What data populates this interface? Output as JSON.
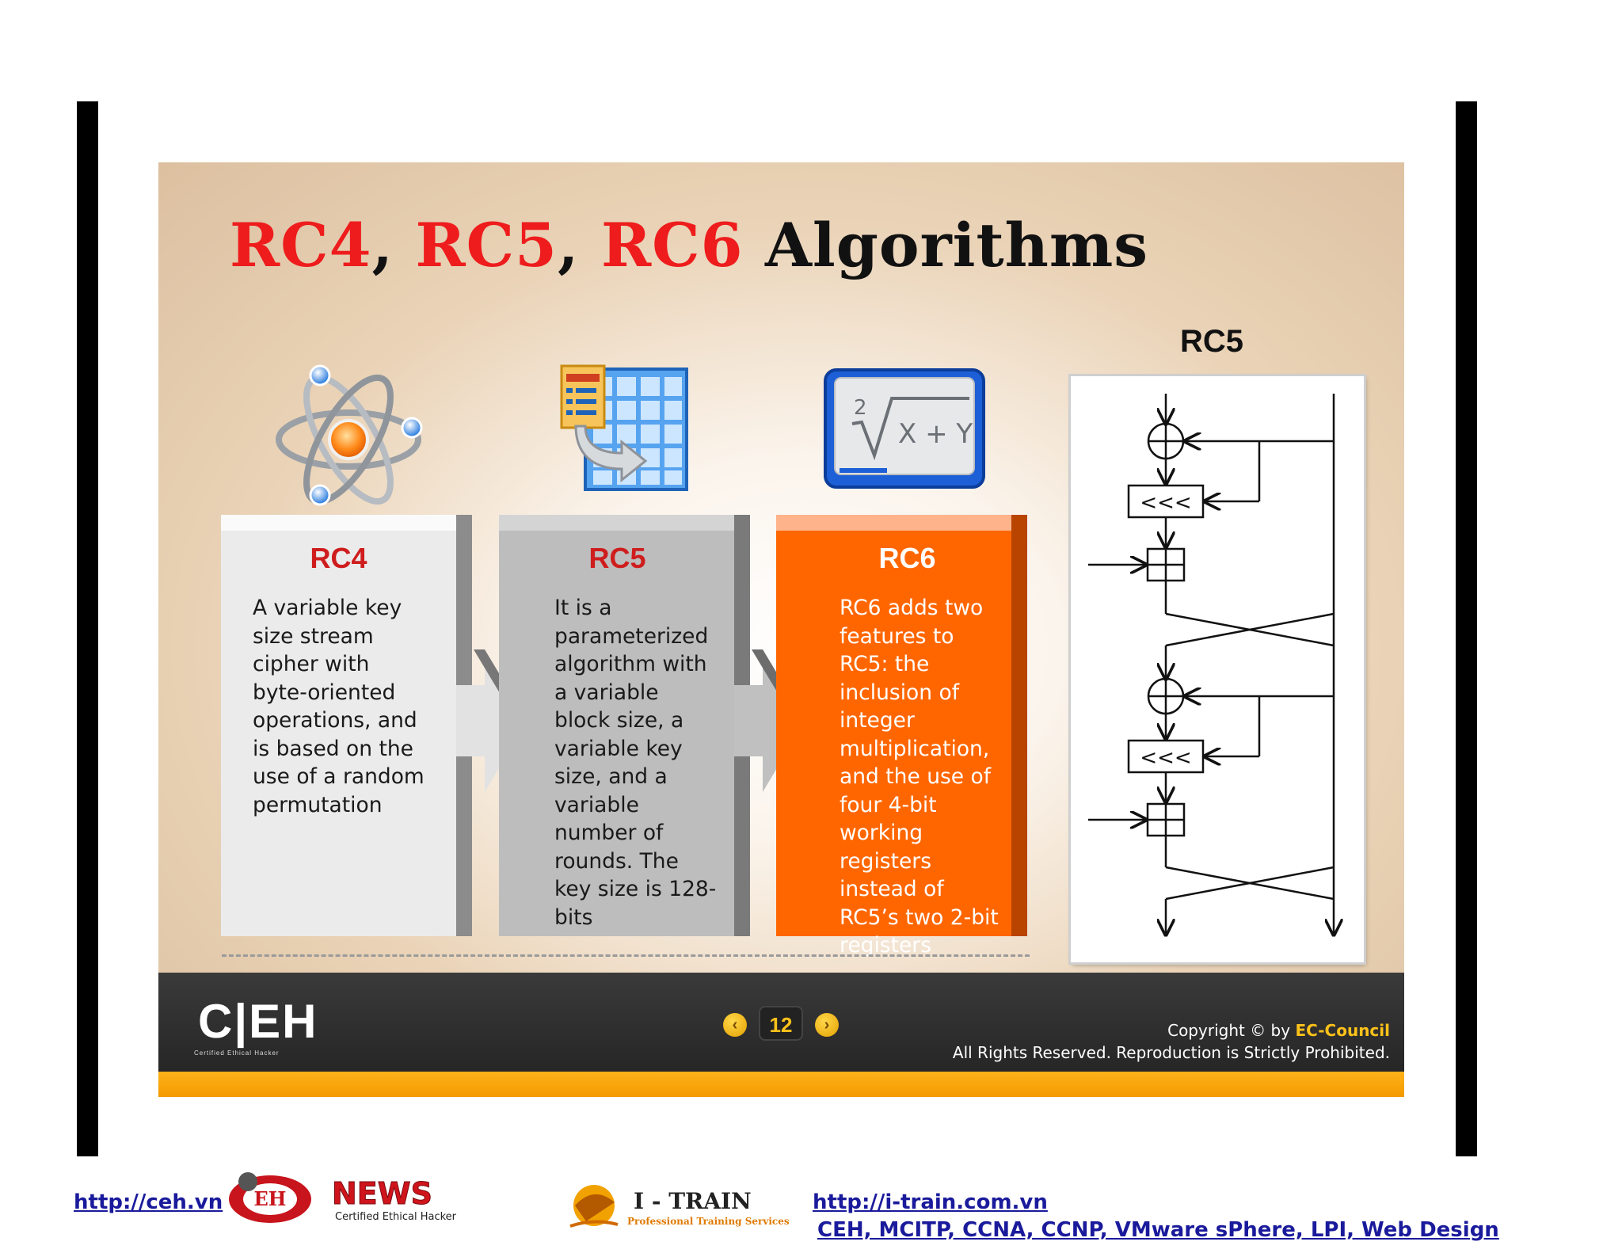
{
  "slide": {
    "title_parts": {
      "rc4": "RC4",
      "comma1": ",",
      "rc5": "RC5",
      "comma2": ",",
      "rc6": "RC6",
      "rest": "Algorithms"
    },
    "cards": [
      {
        "title": "RC4",
        "text": "A variable key size stream cipher with byte-oriented operations, and is based on the use of a random permutation"
      },
      {
        "title": "RC5",
        "text": "It is a parameterized algorithm with a variable block size, a variable key size, and a variable number of rounds. The key size is 128-bits"
      },
      {
        "title": "RC6",
        "text": "RC6 adds two features to RC5: the inclusion of integer multiplication, and the use of four 4-bit working registers instead of RC5’s two 2-bit registers"
      }
    ],
    "diagram": {
      "title": "RC5",
      "rotate_label": "<<<"
    },
    "formula_icon": {
      "exponent": "2",
      "radicand": "X + Y"
    },
    "footer": {
      "page_number": "12",
      "copyright_prefix": "Copyright © by ",
      "copyright_brand": "EC-Council",
      "rights": "All Rights Reserved. Reproduction is Strictly Prohibited."
    },
    "logo": {
      "letters": "C|EH",
      "sub": "Certified  Ethical  Hacker"
    }
  },
  "page_footer": {
    "link_ceh": "http://ceh.vn",
    "news_logo_text": "NEWS",
    "news_logo_sub": "Certified Ethical Hacker",
    "itrain_logo_text": "I - TRAIN",
    "itrain_logo_sub": "Professional Training Services",
    "link_itrain": "http://i-train.com.vn",
    "courses": "CEH, MCITP, CCNA, CCNP, VMware sPhere, LPI, Web Design"
  },
  "colors": {
    "accent_red": "#ee1c1c",
    "rc6_orange": "#ff6600",
    "footer_gold": "#ffc21a",
    "link_blue": "#1a1a9c"
  }
}
